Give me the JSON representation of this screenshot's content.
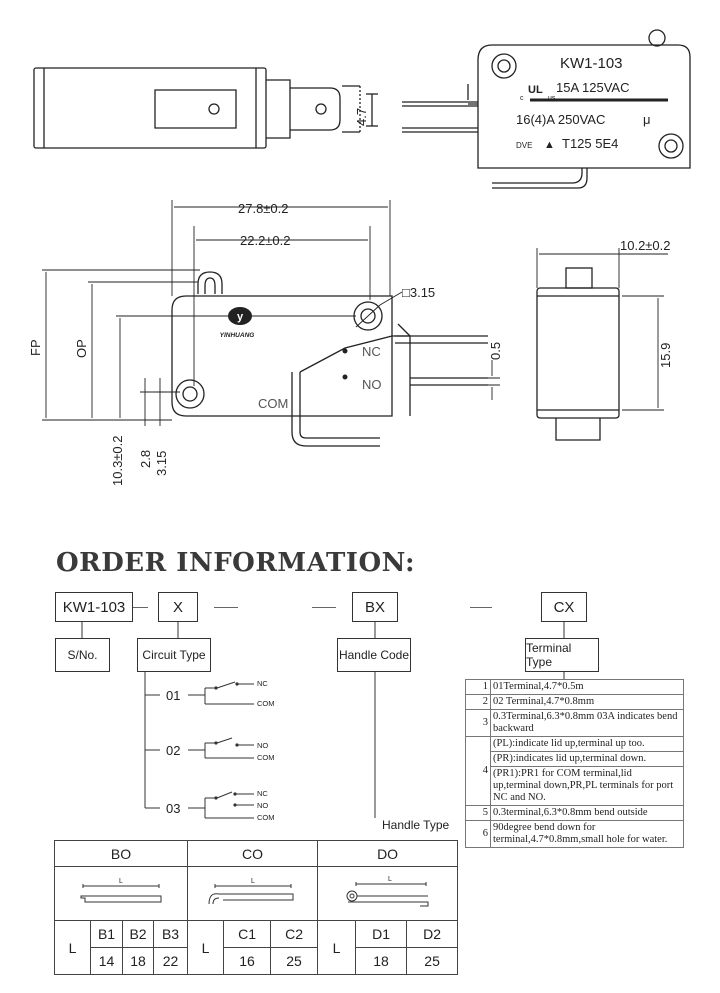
{
  "top_diagram": {
    "label_kw": "KW1-103",
    "label_ul": "15A 125VAC",
    "label_ul_c": "c",
    "label_ul_us": "us",
    "label_rating": "16(4)A   250VAC",
    "label_mu": "μ",
    "label_t": "T125   5E4",
    "dim_47": "4.7"
  },
  "middle_diagram": {
    "dim_278": "27.8±0.2",
    "dim_222": "22.2±0.2",
    "dim_315_square": "□3.15",
    "dim_fp": "FP",
    "dim_op": "OP",
    "dim_103": "10.3±0.2",
    "dim_28": "2.8",
    "dim_315": "3.15",
    "dim_05": "0.5",
    "label_nc": "NC",
    "label_no": "NO",
    "label_com": "COM",
    "logo_text": "YINHUANG",
    "dim_102": "10.2±0.2",
    "dim_159": "15.9"
  },
  "order": {
    "title": "ORDER INFORMATION:",
    "code_boxes": [
      "KW1-103",
      "X",
      "BX",
      "CX"
    ],
    "label_boxes": [
      "S/No.",
      "Circuit Type",
      "Handle Code",
      "Terminal Type"
    ],
    "circuits": [
      {
        "code": "01",
        "contacts": [
          "NC",
          "COM"
        ]
      },
      {
        "code": "02",
        "contacts": [
          "NO",
          "COM"
        ]
      },
      {
        "code": "03",
        "contacts": [
          "NC",
          "NO",
          "COM"
        ]
      }
    ],
    "terminal_types": [
      {
        "num": "1",
        "lines": [
          "01Terminal,4.7*0.5m"
        ]
      },
      {
        "num": "2",
        "lines": [
          "02 Terminal,4.7*0.8mm"
        ]
      },
      {
        "num": "3",
        "lines": [
          "0.3Terminal,6.3*0.8mm 03A indicates bend backward"
        ]
      },
      {
        "num": "4",
        "lines": [
          "(PL):indicate lid up,terminal up too.",
          "(PR):indicates lid up,terminal down.",
          "(PR1):PR1 for COM terminal,lid up,terminal down,PR,PL terminals for port NC and NO."
        ]
      },
      {
        "num": "5",
        "lines": [
          "0.3terminal,6.3*0.8mm bend outside"
        ]
      },
      {
        "num": "6",
        "lines": [
          "90degree bend down for terminal,4.7*0.8mm,small hole for water."
        ]
      }
    ],
    "handle_type_label": "Handle Type",
    "handle_groups": [
      {
        "name": "BO",
        "l": "L",
        "diagram_l": "L",
        "codes": [
          "B1",
          "B2",
          "B3"
        ],
        "values": [
          "14",
          "18",
          "22"
        ]
      },
      {
        "name": "CO",
        "l": "L",
        "diagram_l": "L",
        "codes": [
          "C1",
          "C2"
        ],
        "values": [
          "16",
          "25"
        ]
      },
      {
        "name": "DO",
        "l": "L",
        "diagram_l": "L",
        "codes": [
          "D1",
          "D2"
        ],
        "values": [
          "18",
          "25"
        ]
      }
    ]
  }
}
